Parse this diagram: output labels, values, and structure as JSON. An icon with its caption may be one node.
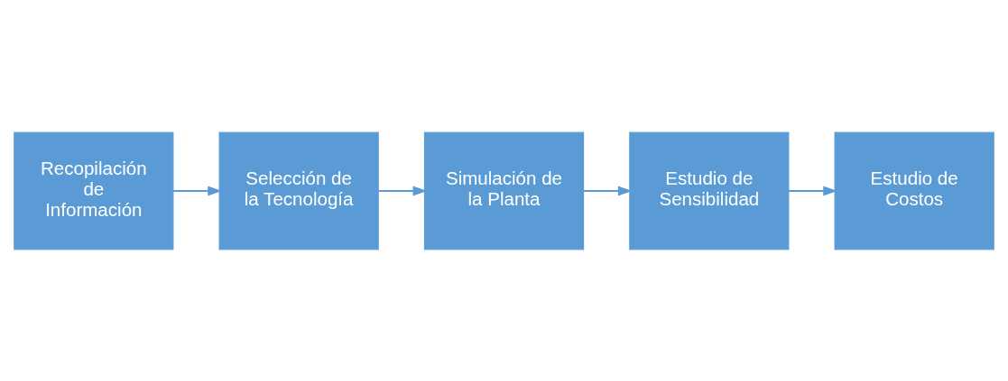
{
  "diagram": {
    "nodes": [
      {
        "text": [
          "Recopilación de Información"
        ]
      },
      {
        "text": [
          "Selección de la Tecnología"
        ]
      },
      {
        "text": [
          "Simulación de la Planta"
        ]
      },
      {
        "text": [
          "Estudio de Sensibilidad"
        ]
      },
      {
        "text": [
          "Estudio de Costos"
        ]
      }
    ],
    "edges": [
      {
        "from": 0,
        "to": 1,
        "arrow": "to"
      },
      {
        "from": 1,
        "to": 2,
        "arrow": "to"
      },
      {
        "from": 2,
        "to": 3,
        "arrow": "to"
      },
      {
        "from": 3,
        "to": 4,
        "arrow": "to"
      }
    ]
  }
}
